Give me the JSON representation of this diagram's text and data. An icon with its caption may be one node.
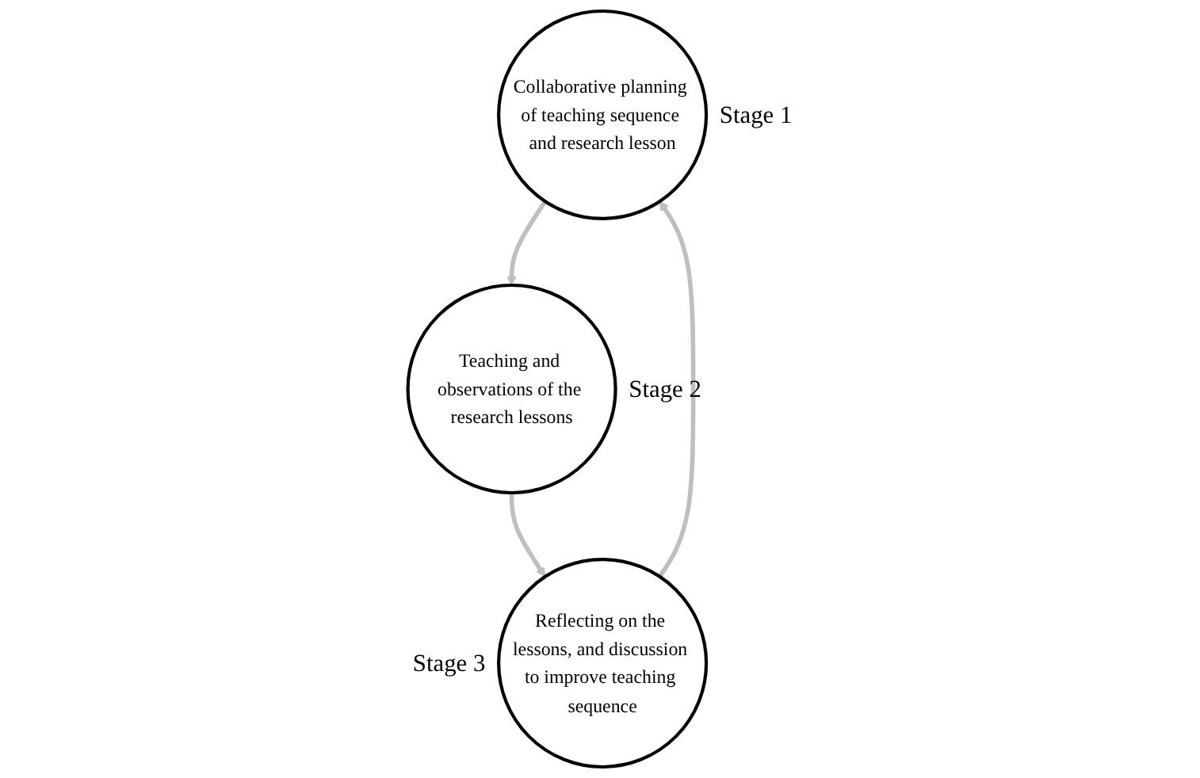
{
  "diagram": {
    "nodes": [
      {
        "text": [
          "Collaborative planning of teaching sequence and research lesson"
        ],
        "beside": [
          "Stage 1"
        ]
      },
      {
        "text": [
          "Teaching and observations of the research lessons"
        ],
        "beside": [
          "Stage 2"
        ]
      },
      {
        "text": [
          "Reflecting on the lessons, and discussion to improve teaching sequence"
        ],
        "beside": [
          "Stage 3"
        ]
      }
    ],
    "edges": [
      {
        "from": 0,
        "to": 1,
        "arrow": "to"
      },
      {
        "from": 1,
        "to": 2,
        "arrow": "to"
      },
      {
        "from": 2,
        "to": 0,
        "arrow": "to"
      }
    ]
  }
}
